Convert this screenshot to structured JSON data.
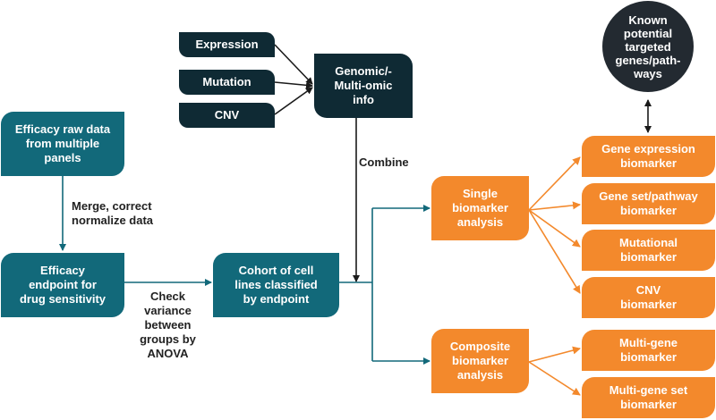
{
  "nodes": {
    "expression": "Expression",
    "mutation": "Mutation",
    "cnv_input": "CNV",
    "genomic": "Genomic/-\nMulti-omic\ninfo",
    "efficacy_raw": "Efficacy raw data\nfrom multiple\npanels",
    "efficacy_endpoint": "Efficacy\nendpoint for\ndrug sensitivity",
    "cohort": "Cohort of cell\nlines classified\nby endpoint",
    "single": "Single\nbiomarker\nanalysis",
    "composite": "Composite\nbiomarker\nanalysis",
    "gene_expression": "Gene expression\nbiomarker",
    "gene_set": "Gene set/pathway\nbiomarker",
    "mutational": "Mutational\nbiomarker",
    "cnv_biomarker": "CNV\nbiomarker",
    "multi_gene": "Multi-gene\nbiomarker",
    "multi_gene_set": "Multi-gene set\nbiomarker",
    "known": "Known\npotential\ntargeted\ngenes/path-\nways"
  },
  "labels": {
    "combine": "Combine",
    "merge": "Merge, correct\nnormalize data",
    "check": "Check\nvariance\nbetween\ngroups by\nANOVA"
  },
  "colors": {
    "teal": "#12697a",
    "dark": "#0f2a34",
    "orange": "#f3892c",
    "circle": "#232a31"
  }
}
